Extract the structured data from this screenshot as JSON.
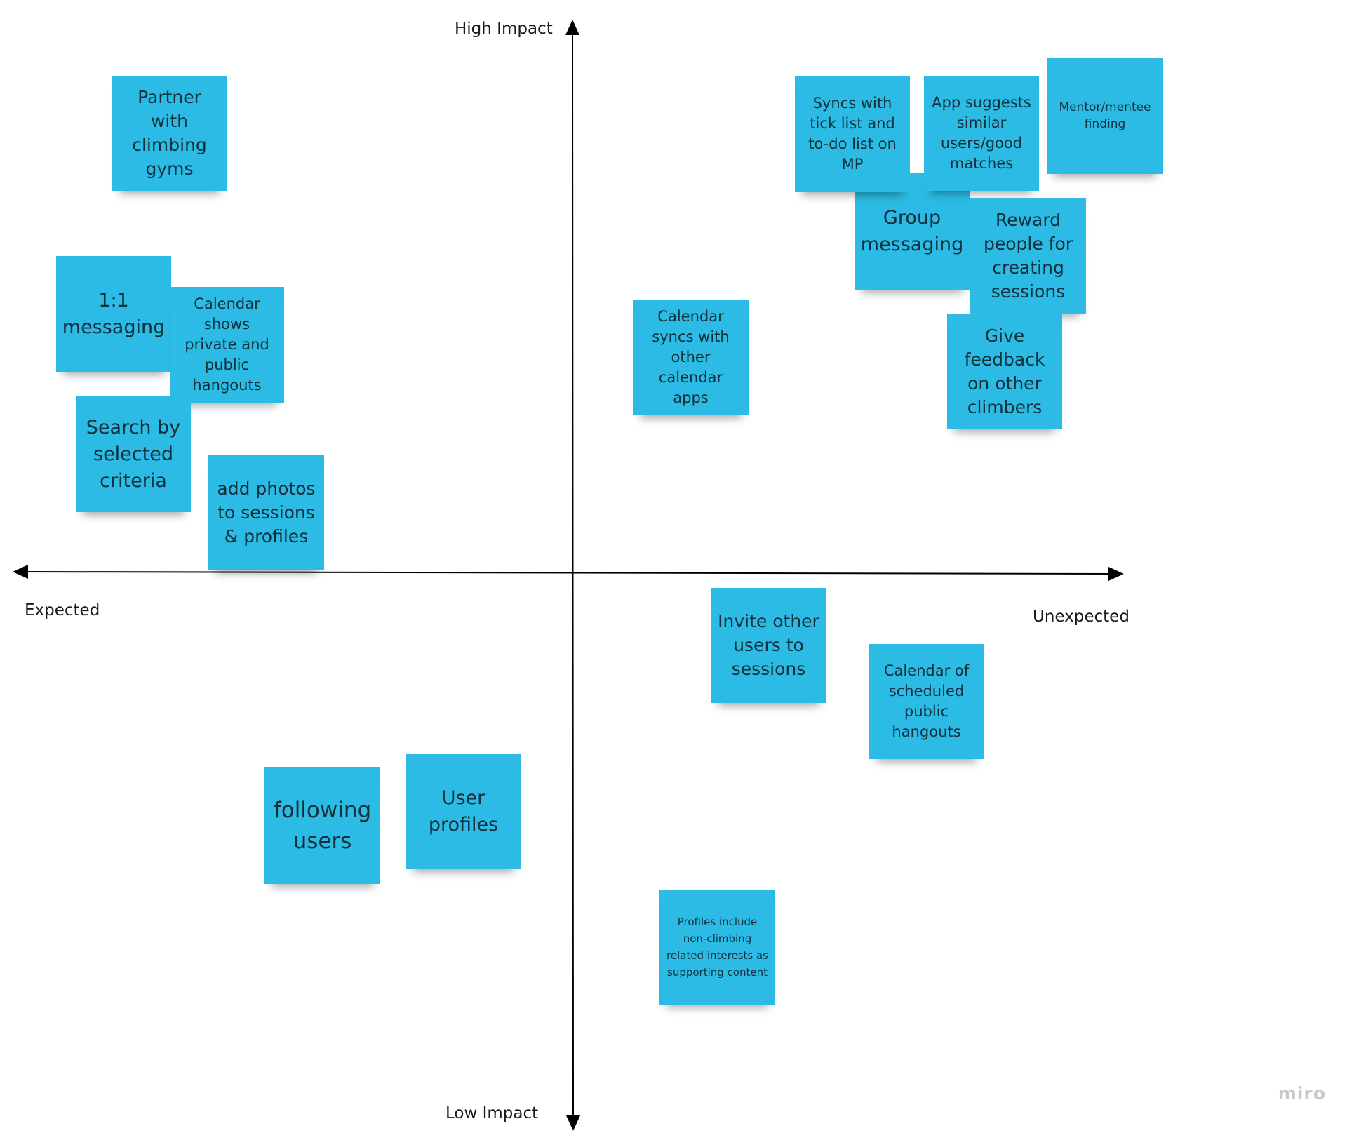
{
  "axes": {
    "top": "High Impact",
    "bottom": "Low Impact",
    "left": "Expected",
    "right": "Unexpected"
  },
  "notes": [
    {
      "id": "partner-gyms",
      "text": "Partner with climbing gyms"
    },
    {
      "id": "one-to-one-messaging",
      "text": "1:1 messaging"
    },
    {
      "id": "calendar-private-public",
      "text": "Calendar shows private and public hangouts"
    },
    {
      "id": "search-criteria",
      "text": "Search by selected criteria"
    },
    {
      "id": "add-photos",
      "text": "add photos to sessions & profiles"
    },
    {
      "id": "calendar-syncs",
      "text": "Calendar syncs with other calendar apps"
    },
    {
      "id": "syncs-tick-list",
      "text": "Syncs with tick list and to-do list on MP"
    },
    {
      "id": "app-suggests",
      "text": "App suggests similar users/good matches"
    },
    {
      "id": "mentor-mentee",
      "text": "Mentor/mentee finding"
    },
    {
      "id": "group-messaging",
      "text": "Group messaging"
    },
    {
      "id": "reward-people",
      "text": "Reward people for creating sessions"
    },
    {
      "id": "give-feedback",
      "text": "Give feedback on other climbers"
    },
    {
      "id": "invite-users",
      "text": "Invite other users to sessions"
    },
    {
      "id": "calendar-scheduled",
      "text": "Calendar of scheduled public hangouts"
    },
    {
      "id": "following-users",
      "text": "following users"
    },
    {
      "id": "user-profiles",
      "text": "User profiles"
    },
    {
      "id": "profiles-interests",
      "text": "Profiles include non-climbing related interests as supporting content"
    }
  ],
  "watermark": "miro",
  "colors": {
    "note": "#2bbbe4",
    "axis": "#000000"
  }
}
